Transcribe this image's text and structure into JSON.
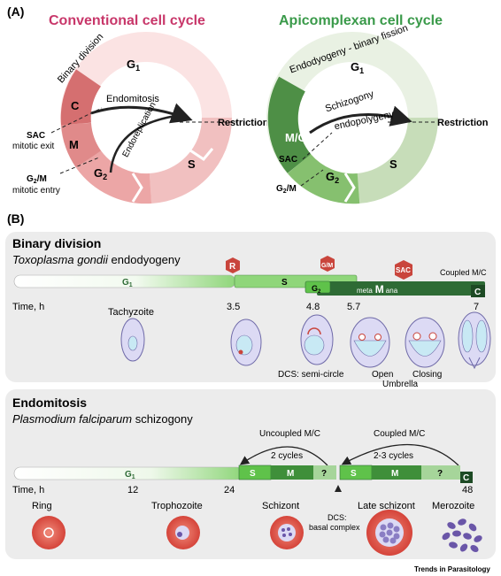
{
  "panel_a": {
    "label": "(A)",
    "conventional": {
      "title": "Conventional cell cycle",
      "arc_label": "Binary division",
      "g1": "G",
      "g1_sub": "1",
      "s": "S",
      "g2": "G",
      "g2_sub": "2",
      "m": "M",
      "c": "C",
      "endomitosis": "Endomitosis",
      "endoreplication": "Endoreplication",
      "restriction": "Restriction",
      "sac": "SAC",
      "mitotic_exit": "mitotic exit",
      "g2m": "G",
      "g2m_sub": "2",
      "g2m_tail": "/M",
      "mitotic_entry": "mitotic entry"
    },
    "apicomplexan": {
      "title": "Apicomplexan cell cycle",
      "arc_label": "Endodyogeny - binary fission",
      "g1": "G",
      "g1_sub": "1",
      "s": "S",
      "g2": "G",
      "g2_sub": "2",
      "mc": "M/C",
      "schizogony": "Schizogony",
      "endopolygeny": "endopolygeny",
      "restriction": "Restriction",
      "sac": "SAC",
      "g2m": "G",
      "g2m_sub": "2",
      "g2m_tail": "/M"
    }
  },
  "panel_b": {
    "label": "(B)",
    "binary": {
      "heading": "Binary division",
      "species_italic": "Toxoplasma gondii",
      "species_rest": " endodyogeny",
      "coupled": "Coupled M/C",
      "g1": "G",
      "g1_sub": "1",
      "s": "S",
      "g2": "G",
      "g2_sub": "2",
      "meta": "meta",
      "m": "M",
      "ana": "ana",
      "c": "C",
      "badge_r": "R",
      "badge_g2m": "G",
      "badge_g2m_tail": "/M",
      "badge_sac": "SAC",
      "time_label": "Time, h",
      "times": [
        "3.5",
        "4.8",
        "5.7",
        "7"
      ],
      "tachyzoite": "Tachyzoite",
      "dcs": "DCS:  semi-circle",
      "open": "Open",
      "umbrella": "Umbrella",
      "closing": "Closing"
    },
    "endo": {
      "heading": "Endomitosis",
      "species_italic": "Plasmodium falciparum",
      "species_rest": " schizogony",
      "uncoupled": "Uncoupled M/C",
      "coupled": "Coupled M/C",
      "cycles_a": "2 cycles",
      "cycles_b": "2-3 cycles",
      "g1": "G",
      "g1_sub": "1",
      "s": "S",
      "m": "M",
      "q": "?",
      "c": "C",
      "time_label": "Time, h",
      "times": [
        "12",
        "24",
        "48"
      ],
      "ring": "Ring",
      "trophozoite": "Trophozoite",
      "schizont": "Schizont",
      "late_schizont": "Late schizont",
      "merozoite": "Merozoite",
      "dcs1": "DCS:",
      "dcs2": "basal complex"
    }
  },
  "footer": "Trends in Parasitology",
  "colors": {
    "pink_title": "#c8376a",
    "green_title": "#3a9a4a",
    "red_dark": "#d9787a",
    "red_light": "#f6d6d6",
    "green_dark": "#4f8e46",
    "green_light": "#e8f1e2",
    "hex_badge": "#c9453c",
    "bar_green": "#8fd67a",
    "bar_dark": "#2e6b35",
    "cell_fill": "#dcdaf4",
    "rbc": "#d94b3a",
    "merozoite": "#6a56a8"
  }
}
